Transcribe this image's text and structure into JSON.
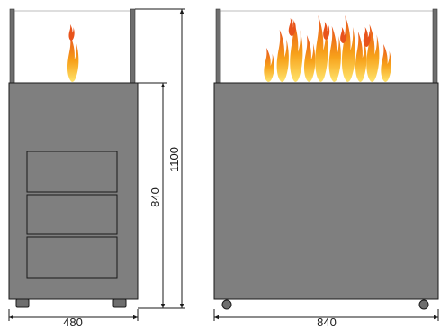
{
  "dimensions": {
    "side_width": "480",
    "front_width": "840",
    "body_height": "840",
    "total_height": "1100"
  },
  "colors": {
    "body": "#7f7f7f",
    "outline": "#1a1a1a",
    "flame_outer": "#e8531b",
    "flame_mid": "#f7a11a",
    "flame_inner": "#ffe46b"
  },
  "views": {
    "side": {
      "drawers": 3,
      "castors": 2
    },
    "front": {
      "flames": 14,
      "castors": 2
    }
  }
}
